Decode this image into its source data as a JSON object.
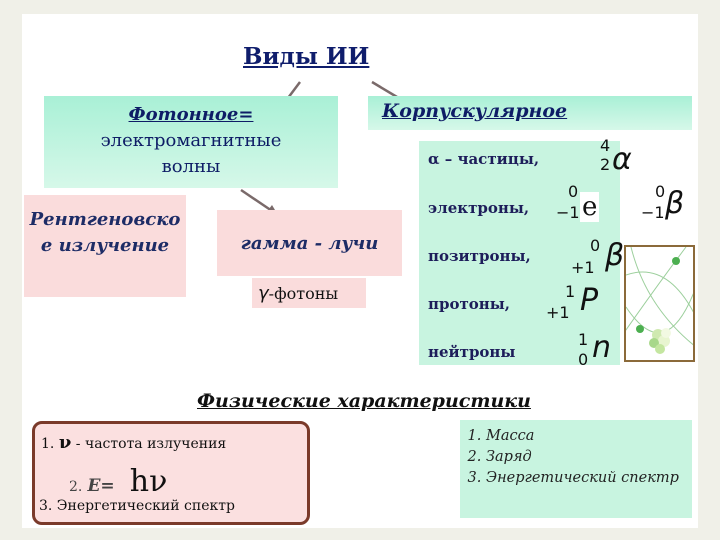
{
  "title": "Виды ИИ",
  "photon": {
    "line1": "Фотонное=",
    "line2": "электромагнитные",
    "line3": "волны"
  },
  "corpuscular": "Корпускулярное",
  "xray": {
    "line1": "Рентгеновско",
    "line2": "е излучение"
  },
  "gamma": "гамма - лучи",
  "photons": {
    "symbol": "γ",
    "text": " -фотоны"
  },
  "particles": {
    "alpha": "α – частицы,",
    "electrons": "электроны,",
    "positrons": "позитроны,",
    "protons": "протоны,",
    "neutrons": "нейтроны"
  },
  "notation": {
    "alpha": {
      "top": "4",
      "bottom": "2",
      "symbol": "α"
    },
    "electron_e": {
      "top": "0",
      "bottom": "−1",
      "symbol": "e"
    },
    "electron_b": {
      "top": "0",
      "bottom": "−1",
      "symbol": "β"
    },
    "positron": {
      "top": "0",
      "bottom": "+1",
      "symbol": "β"
    },
    "proton": {
      "top": "1",
      "bottom": "+1",
      "symbol": "P"
    },
    "neutron": {
      "top": "1",
      "bottom": "0",
      "symbol": "n"
    }
  },
  "physics_heading": "Физические характеристики",
  "freq_box": {
    "item1_num": "1.",
    "item1_symbol": "ν",
    "item1_text": " - частота излучения",
    "item2_num": "2.",
    "item2_text": "E=",
    "item2_formula": "hν",
    "item3_text": "3. Энергетический спектр"
  },
  "corp_list": [
    "Масса",
    "Заряд",
    "Энергетический спектр"
  ]
}
